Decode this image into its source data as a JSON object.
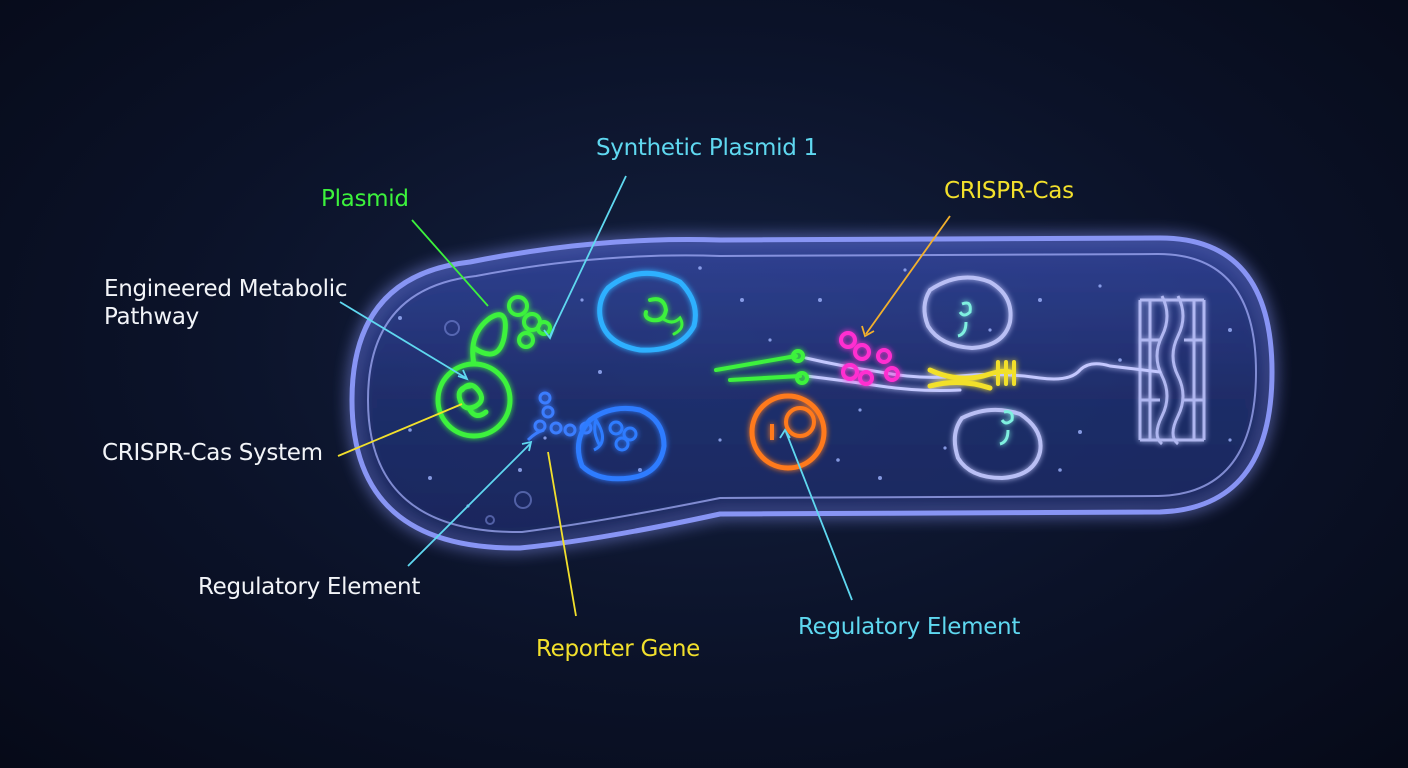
{
  "labels": {
    "synthetic_plasmid": "Synthetic Plasmid 1",
    "plasmid": "Plasmid",
    "crispr_cas": "CRISPR-Cas",
    "engineered_pathway_line1": "Engineered Metabolic",
    "engineered_pathway_line2": "Pathway",
    "crispr_cas_system": "CRISPR-Cas System",
    "regulatory_element_left": "Regulatory Element",
    "reporter_gene": "Reporter Gene",
    "regulatory_element_right": "Regulatory Element"
  },
  "colors": {
    "green": "#3cf23c",
    "cyan": "#5fd8f0",
    "yellow": "#f2e02c",
    "white": "#f2f4f8",
    "magenta": "#ff2fd0",
    "orange": "#ff7a1a",
    "blue": "#2f7cff",
    "lavender": "#b9bff5",
    "cell_outline": "#8f9cff"
  }
}
